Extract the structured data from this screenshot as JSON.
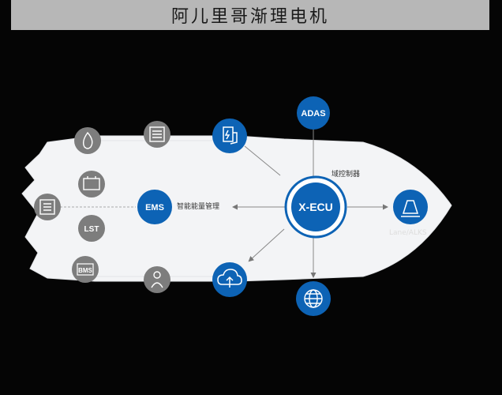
{
  "banner": {
    "title": "阿儿里哥渐理电机"
  },
  "hub": {
    "label": "X-ECU"
  },
  "nodes": {
    "adas": "ADAS",
    "ems": "EMS",
    "lst": "LST",
    "bms": "BMS"
  },
  "labels": {
    "ems_side": "智能能量管理",
    "xecu_side": "域控制器",
    "right_node": "Lane/ALKS"
  },
  "colors": {
    "accent": "#0d63b5",
    "hull": "#f3f4f6",
    "gray_icon": "#7d7d7d"
  },
  "icons": {
    "charger": "ev-charger-icon",
    "car": "car-lane-icon",
    "cloud": "cloud-upload-icon",
    "globe": "globe-icon",
    "motor": "motor-icon",
    "battery": "battery-icon",
    "inverter": "inverter-icon",
    "transmission": "gear-icon",
    "flame": "flame-icon",
    "people": "person-icon"
  }
}
